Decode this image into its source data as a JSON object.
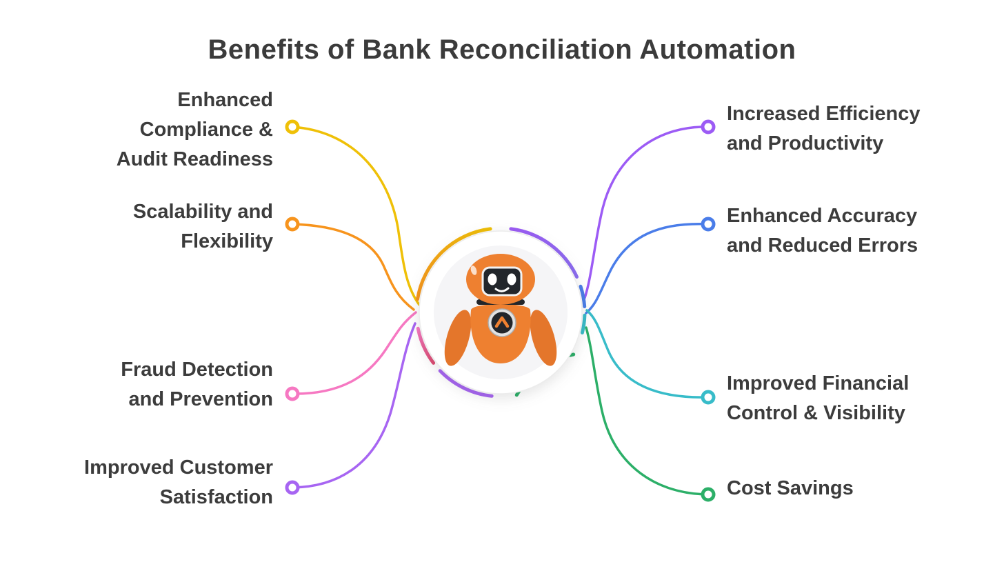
{
  "title": "Benefits of Bank Reconciliation Automation",
  "benefits": {
    "left": [
      {
        "label": "Enhanced Compliance & Audit Readiness",
        "lines": [
          "Enhanced",
          "Compliance &",
          "Audit Readiness"
        ]
      },
      {
        "label": "Scalability and Flexibility",
        "lines": [
          "Scalability and",
          "Flexibility"
        ]
      },
      {
        "label": "Fraud Detection and Prevention",
        "lines": [
          "Fraud Detection",
          "and Prevention"
        ]
      },
      {
        "label": "Improved Customer Satisfaction",
        "lines": [
          "Improved Customer",
          "Satisfaction"
        ]
      }
    ],
    "right": [
      {
        "label": "Increased Efficiency and Productivity",
        "lines": [
          "Increased Efficiency",
          "and Productivity"
        ]
      },
      {
        "label": "Enhanced Accuracy and Reduced Errors",
        "lines": [
          "Enhanced Accuracy",
          "and Reduced Errors"
        ]
      },
      {
        "label": "Improved Financial Control & Visibility",
        "lines": [
          "Improved Financial",
          "Control & Visibility"
        ]
      },
      {
        "label": "Cost Savings",
        "lines": [
          "Cost Savings"
        ]
      }
    ]
  },
  "colors": {
    "gold": "#EFC007",
    "orange": "#F7941D",
    "pink": "#F678C2",
    "violet": "#A765F2",
    "purple": "#9C5BF5",
    "blue": "#4A7DE9",
    "teal": "#38BCC9",
    "green": "#2CAF68",
    "rose": "#DD4B72",
    "robot_orange": "#EE8030",
    "robot_orange_dark": "#E4762B",
    "robot_dark": "#22262B",
    "text": "#3C3C3C",
    "background": "#FFFFFF"
  },
  "icons": {
    "center_mascot": "robot-mascot",
    "connector_endpoint": "ring-dot",
    "badge_glyph": "chevron-up"
  }
}
